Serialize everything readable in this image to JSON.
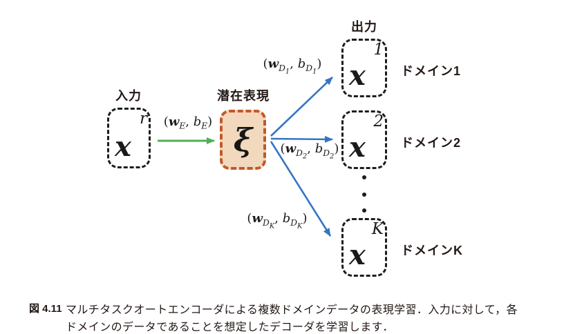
{
  "diagram": {
    "input": {
      "label": "入力",
      "symbol": "x",
      "sup": "r"
    },
    "latent": {
      "label": "潜在表現",
      "symbol": "ξ"
    },
    "output_label": "出力",
    "encoder_edge": {
      "pre": "(",
      "w": "w",
      "w_sub": "E",
      "sep": ", ",
      "b": "b",
      "b_sub": "E",
      "post": ")"
    },
    "decoder_edges": [
      {
        "pre": "(",
        "w": "w",
        "w_sub": "D",
        "w_subsub": "1",
        "sep": ", ",
        "b": "b",
        "b_sub": "D",
        "b_subsub": "1",
        "post": ")"
      },
      {
        "pre": "(",
        "w": "w",
        "w_sub": "D",
        "w_subsub": "2",
        "sep": ", ",
        "b": "b",
        "b_sub": "D",
        "b_subsub": "2",
        "post": ")"
      },
      {
        "pre": "(",
        "w": "w",
        "w_sub": "D",
        "w_subsub": "K",
        "sep": ", ",
        "b": "b",
        "b_sub": "D",
        "b_subsub": "K",
        "post": ")"
      }
    ],
    "outputs": [
      {
        "symbol": "x",
        "sup": "1",
        "domain": "ドメイン1"
      },
      {
        "symbol": "x",
        "sup": "2",
        "domain": "ドメイン2"
      },
      {
        "symbol": "x",
        "sup": "K",
        "domain": "ドメインK"
      }
    ],
    "colors": {
      "encoder_arrow": "#52ae57",
      "decoder_arrow": "#3575c2",
      "latent_fill": "#f2d8bd",
      "latent_border": "#c1582a",
      "box_border": "#1d1d1b"
    }
  },
  "caption": {
    "figure_label": "図 4.11",
    "line1": "マルチタスクオートエンコーダによる複数ドメインデータの表現学習．入力に対して，各",
    "line2": "ドメインのデータであることを想定したデコーダを学習します．"
  }
}
